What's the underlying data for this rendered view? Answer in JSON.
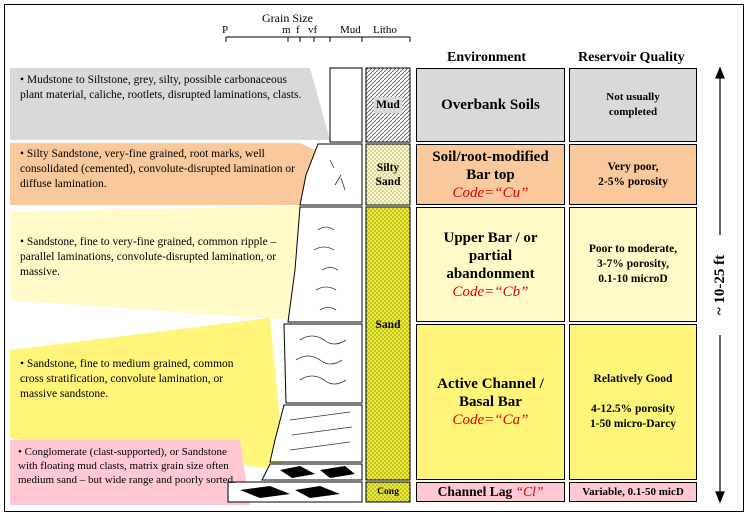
{
  "header": {
    "grain_size": "Grain Size",
    "p": "P",
    "m": "m",
    "f": "f",
    "vf": "vf",
    "mud": "Mud",
    "litho": "Litho",
    "environment": "Environment",
    "reservoir_quality": "Reservoir Quality"
  },
  "descriptions": [
    "• Mudstone to Siltstone, grey, silty, possible carbonaceous plant material, caliche, rootlets, disrupted laminations, clasts.",
    "• Silty Sandstone, very-fine grained, root marks, well consolidated (cemented), convolute-disrupted lamination or diffuse lamination.",
    "• Sandstone, fine to very-fine grained, common ripple – parallel laminations, convolute-disrupted lamination, or massive.",
    "• Sandstone, fine to medium grained, common cross stratification, convolute lamination, or massive sandstone.",
    "• Conglomerate (clast-supported), or Sandstone with floating mud clasts, matrix grain size often medium sand – but wide range and poorly sorted."
  ],
  "litho": {
    "mud": "Mud",
    "silty_sand_1": "Silty",
    "silty_sand_2": "Sand",
    "sand": "Sand",
    "cong": "Cong"
  },
  "environments": [
    {
      "title": "Overbank Soils",
      "code": ""
    },
    {
      "title": "Soil/root-modified Bar top",
      "code": "Code=“Cu”"
    },
    {
      "title": "Upper Bar / or partial abandonment",
      "code": "Code=“Cb”"
    },
    {
      "title": "Active Channel / Basal Bar",
      "code": "Code=“Ca”"
    },
    {
      "title": "Channel Lag ",
      "code": "“Cl”"
    }
  ],
  "reservoir": [
    {
      "line1": "Not usually",
      "line2": "completed",
      "line3": ""
    },
    {
      "line1": "Very poor,",
      "line2": "2-5% porosity",
      "line3": ""
    },
    {
      "line1": "Poor to moderate,",
      "line2": "3-7% porosity,",
      "line3": "0.1-10 microD"
    },
    {
      "line1": "Relatively Good",
      "line2": "4-12.5% porosity",
      "line3": "1-50 micro-Darcy"
    },
    {
      "line1": "Variable, 0.1-50 micD",
      "line2": "",
      "line3": ""
    }
  ],
  "thickness": "~ 10-25 ft",
  "colors": {
    "mud_fill": "#d9d9d9",
    "silty_fill": "#f9c89b",
    "upper_bar_fill": "#fffac8",
    "active_fill": "#fff57a",
    "lag_fill": "#ffc8d2",
    "sand_litho": "#eeee22"
  }
}
